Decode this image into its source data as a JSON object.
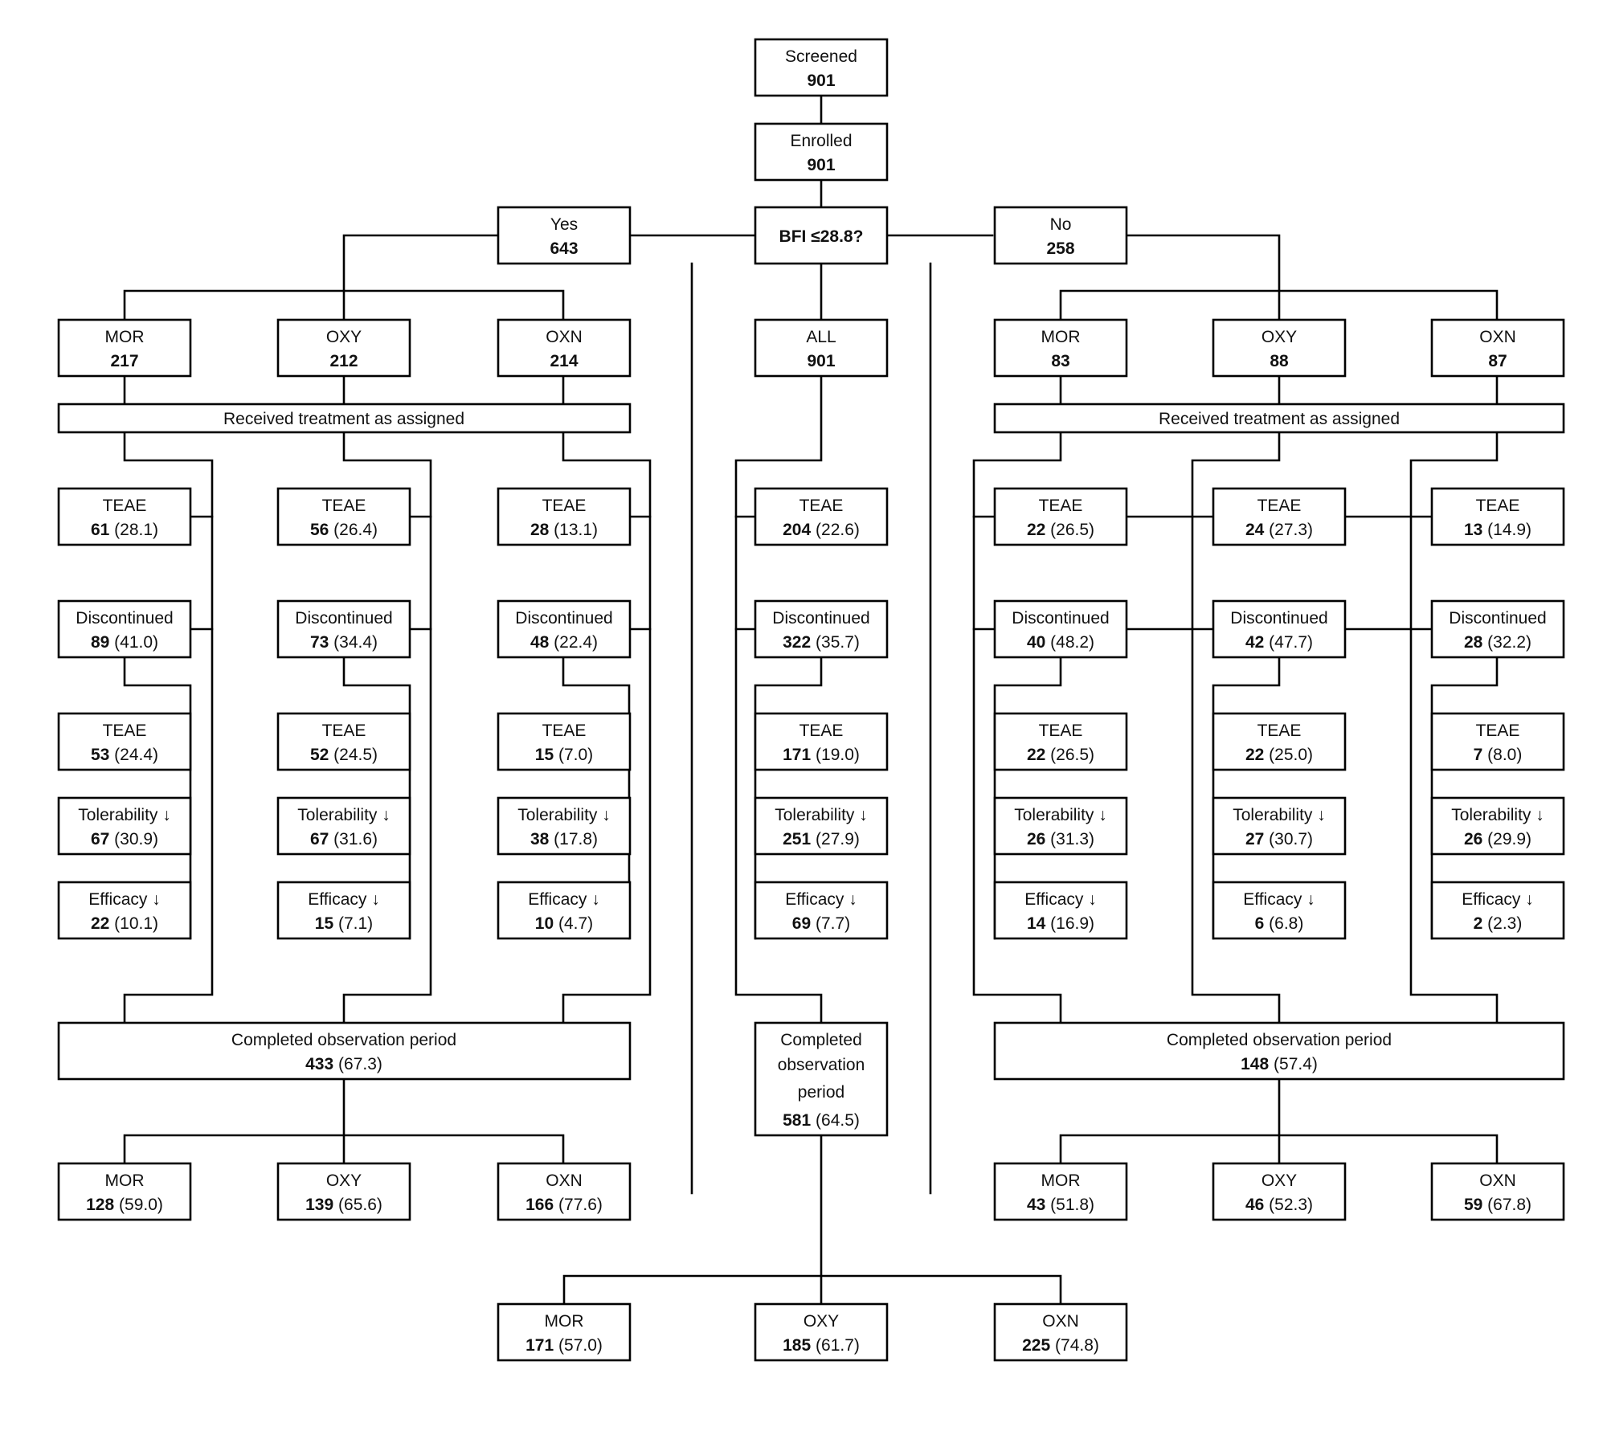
{
  "top": {
    "screened": {
      "label": "Screened",
      "n": "901"
    },
    "enrolled": {
      "label": "Enrolled",
      "n": "901"
    },
    "bfi": {
      "label": "BFI ≤28.8?"
    },
    "yes": {
      "label": "Yes",
      "n": "643"
    },
    "no": {
      "label": "No",
      "n": "258"
    }
  },
  "yes_group": {
    "arms": [
      {
        "label": "MOR",
        "n": "217"
      },
      {
        "label": "OXY",
        "n": "212"
      },
      {
        "label": "OXN",
        "n": "214"
      }
    ],
    "received": "Received treatment as assigned",
    "teae": [
      {
        "label": "TEAE",
        "n": "61",
        "pct": "(28.1)"
      },
      {
        "label": "TEAE",
        "n": "56",
        "pct": "(26.4)"
      },
      {
        "label": "TEAE",
        "n": "28",
        "pct": "(13.1)"
      }
    ],
    "discontinued": [
      {
        "label": "Discontinued",
        "n": "89",
        "pct": "(41.0)"
      },
      {
        "label": "Discontinued",
        "n": "73",
        "pct": "(34.4)"
      },
      {
        "label": "Discontinued",
        "n": "48",
        "pct": "(22.4)"
      }
    ],
    "teae2": [
      {
        "label": "TEAE",
        "n": "53",
        "pct": "(24.4)"
      },
      {
        "label": "TEAE",
        "n": "52",
        "pct": "(24.5)"
      },
      {
        "label": "TEAE",
        "n": "15",
        "pct": "(7.0)"
      }
    ],
    "tolerability": [
      {
        "label": "Tolerability ↓",
        "n": "67",
        "pct": "(30.9)"
      },
      {
        "label": "Tolerability ↓",
        "n": "67",
        "pct": "(31.6)"
      },
      {
        "label": "Tolerability ↓",
        "n": "38",
        "pct": "(17.8)"
      }
    ],
    "efficacy": [
      {
        "label": "Efficacy ↓",
        "n": "22",
        "pct": "(10.1)"
      },
      {
        "label": "Efficacy ↓",
        "n": "15",
        "pct": "(7.1)"
      },
      {
        "label": "Efficacy ↓",
        "n": "10",
        "pct": "(4.7)"
      }
    ],
    "completed": {
      "label": "Completed observation period",
      "n": "433",
      "pct": "(67.3)"
    },
    "final": [
      {
        "label": "MOR",
        "n": "128",
        "pct": "(59.0)"
      },
      {
        "label": "OXY",
        "n": "139",
        "pct": "(65.6)"
      },
      {
        "label": "OXN",
        "n": "166",
        "pct": "(77.6)"
      }
    ]
  },
  "all_group": {
    "all": {
      "label": "ALL",
      "n": "901"
    },
    "teae": {
      "label": "TEAE",
      "n": "204",
      "pct": "(22.6)"
    },
    "discontinued": {
      "label": "Discontinued",
      "n": "322",
      "pct": "(35.7)"
    },
    "teae2": {
      "label": "TEAE",
      "n": "171",
      "pct": "(19.0)"
    },
    "tolerability": {
      "label": "Tolerability ↓",
      "n": "251",
      "pct": "(27.9)"
    },
    "efficacy": {
      "label": "Efficacy ↓",
      "n": "69",
      "pct": "(7.7)"
    },
    "completed": {
      "line1": "Completed",
      "line2": "observation",
      "line3": "period",
      "n": "581",
      "pct": "(64.5)"
    },
    "final": [
      {
        "label": "MOR",
        "n": "171",
        "pct": "(57.0)"
      },
      {
        "label": "OXY",
        "n": "185",
        "pct": "(61.7)"
      },
      {
        "label": "OXN",
        "n": "225",
        "pct": "(74.8)"
      }
    ]
  },
  "no_group": {
    "arms": [
      {
        "label": "MOR",
        "n": "83"
      },
      {
        "label": "OXY",
        "n": "88"
      },
      {
        "label": "OXN",
        "n": "87"
      }
    ],
    "received": "Received treatment as assigned",
    "teae": [
      {
        "label": "TEAE",
        "n": "22",
        "pct": "(26.5)"
      },
      {
        "label": "TEAE",
        "n": "24",
        "pct": "(27.3)"
      },
      {
        "label": "TEAE",
        "n": "13",
        "pct": "(14.9)"
      }
    ],
    "discontinued": [
      {
        "label": "Discontinued",
        "n": "40",
        "pct": "(48.2)"
      },
      {
        "label": "Discontinued",
        "n": "42",
        "pct": "(47.7)"
      },
      {
        "label": "Discontinued",
        "n": "28",
        "pct": "(32.2)"
      }
    ],
    "teae2": [
      {
        "label": "TEAE",
        "n": "22",
        "pct": "(26.5)"
      },
      {
        "label": "TEAE",
        "n": "22",
        "pct": "(25.0)"
      },
      {
        "label": "TEAE",
        "n": "7",
        "pct": "(8.0)"
      }
    ],
    "tolerability": [
      {
        "label": "Tolerability ↓",
        "n": "26",
        "pct": "(31.3)"
      },
      {
        "label": "Tolerability ↓",
        "n": "27",
        "pct": "(30.7)"
      },
      {
        "label": "Tolerability ↓",
        "n": "26",
        "pct": "(29.9)"
      }
    ],
    "efficacy": [
      {
        "label": "Efficacy ↓",
        "n": "14",
        "pct": "(16.9)"
      },
      {
        "label": "Efficacy ↓",
        "n": "6",
        "pct": "(6.8)"
      },
      {
        "label": "Efficacy ↓",
        "n": "2",
        "pct": "(2.3)"
      }
    ],
    "completed": {
      "label": "Completed observation period",
      "n": "148",
      "pct": "(57.4)"
    },
    "final": [
      {
        "label": "MOR",
        "n": "43",
        "pct": "(51.8)"
      },
      {
        "label": "OXY",
        "n": "46",
        "pct": "(52.3)"
      },
      {
        "label": "OXN",
        "n": "59",
        "pct": "(67.8)"
      }
    ]
  }
}
